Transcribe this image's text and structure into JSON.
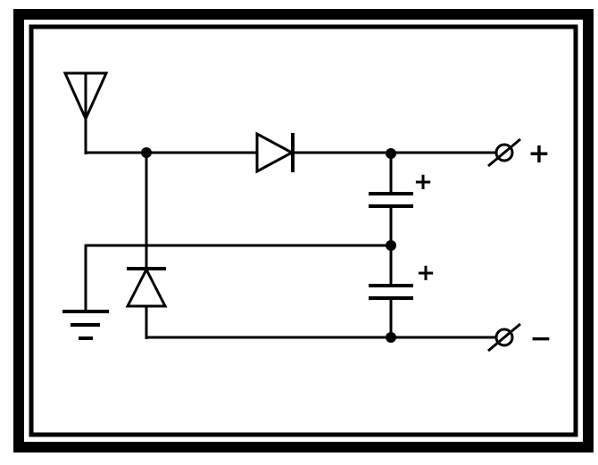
{
  "diagram": {
    "labels": {
      "terminal_positive": "+",
      "terminal_negative": "−",
      "cap_upper_polarity": "+",
      "cap_lower_polarity": "+"
    },
    "components": [
      {
        "id": "antenna",
        "symbol": "antenna-icon"
      },
      {
        "id": "ground",
        "symbol": "ground-icon"
      },
      {
        "id": "diode-series",
        "symbol": "diode-icon"
      },
      {
        "id": "diode-shunt",
        "symbol": "diode-icon"
      },
      {
        "id": "capacitor-upper",
        "symbol": "polarized-capacitor-icon"
      },
      {
        "id": "capacitor-lower",
        "symbol": "polarized-capacitor-icon"
      },
      {
        "id": "terminal-positive",
        "symbol": "terminal-icon"
      },
      {
        "id": "terminal-negative",
        "symbol": "terminal-icon"
      }
    ]
  }
}
